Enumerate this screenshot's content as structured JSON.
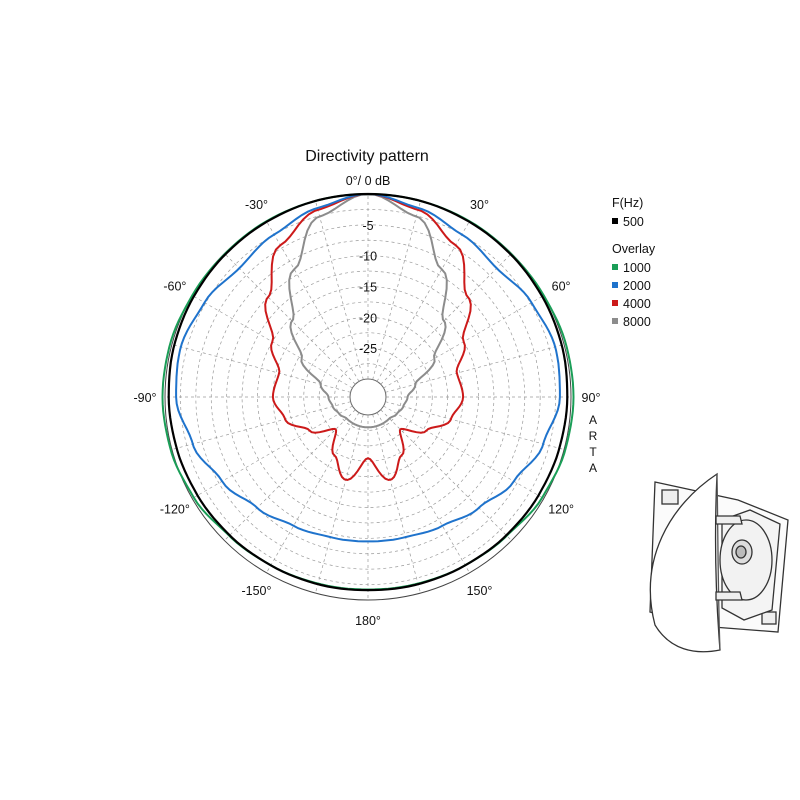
{
  "chart_data": {
    "type": "polar-line",
    "title": "Directivity pattern",
    "r_unit_label": "0°/ 0 dB",
    "r_min": -30,
    "r_max": 0,
    "r_ticks": [
      {
        "value": -5,
        "label": "-5"
      },
      {
        "value": -10,
        "label": "-10"
      },
      {
        "value": -15,
        "label": "-15"
      },
      {
        "value": -20,
        "label": "-20"
      },
      {
        "value": -25,
        "label": "-25"
      }
    ],
    "angle_ticks": [
      {
        "angle": -30,
        "label": "-30°"
      },
      {
        "angle": 30,
        "label": "30°"
      },
      {
        "angle": -60,
        "label": "-60°"
      },
      {
        "angle": 60,
        "label": "60°"
      },
      {
        "angle": -90,
        "label": "-90°"
      },
      {
        "angle": 90,
        "label": "90°"
      },
      {
        "angle": -120,
        "label": "-120°"
      },
      {
        "angle": 120,
        "label": "120°"
      },
      {
        "angle": -150,
        "label": "-150°"
      },
      {
        "angle": 150,
        "label": "150°"
      },
      {
        "angle": 180,
        "label": "180°"
      }
    ],
    "legend_position": "right",
    "legend_header": "F(Hz)",
    "overlay_header": "Overlay",
    "side_text": [
      "A",
      "R",
      "T",
      "A"
    ],
    "angles": [
      0,
      15,
      30,
      45,
      60,
      75,
      90,
      105,
      120,
      135,
      150,
      165,
      180
    ],
    "series": [
      {
        "name": "500",
        "color": "#000000",
        "group": "main",
        "values": [
          0,
          0,
          -0.1,
          -0.2,
          -0.3,
          -0.4,
          -0.6,
          -0.8,
          -1.0,
          -1.2,
          -1.4,
          -1.5,
          -1.6
        ]
      },
      {
        "name": "1000",
        "color": "#1a9e57",
        "group": "overlay",
        "values": [
          0,
          0,
          0,
          -0.1,
          0,
          0.3,
          0.4,
          0.2,
          -0.3,
          -1.1,
          -1.4,
          -1.6,
          -1.7
        ]
      },
      {
        "name": "2000",
        "color": "#1f73cc",
        "group": "overlay",
        "values": [
          0,
          -1.2,
          -2.5,
          -3.4,
          -2.3,
          -1.5,
          -1.8,
          -3.5,
          -5.6,
          -7.5,
          -8.8,
          -9.4,
          -9.5
        ]
      },
      {
        "name": "4000",
        "color": "#cc1a1a",
        "group": "overlay",
        "values": [
          0,
          -1.5,
          -4.5,
          -10,
          -15,
          -18,
          -17.5,
          -19,
          -22,
          -25.5,
          -22,
          -19,
          -23
        ]
      },
      {
        "name": "8000",
        "color": "#8c8c8c",
        "group": "overlay",
        "values": [
          0,
          -2.6,
          -9,
          -15.5,
          -20.5,
          -25,
          -26.5,
          -27,
          -27.5,
          -28,
          -28,
          -28,
          -28
        ]
      }
    ]
  },
  "illustration": {
    "icon": "speaker-waveguide-icon"
  }
}
